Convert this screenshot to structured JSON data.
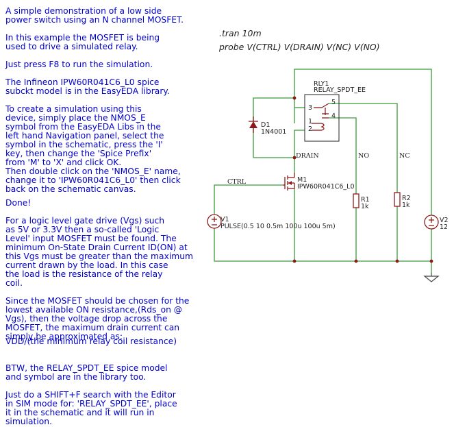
{
  "notes": [
    "A simple demonstration of a low side\npower switch using an N channel MOSFET.",
    "In this example the MOSFET is being\nused to drive a simulated relay.",
    "Just press F8 to run the simulation.",
    "The Infineon IPW60R041C6_L0 spice\nsubckt model is in the EasyEDA library.",
    "To create a simulation using this\ndevice, simply place the NMOS_E\nsymbol from the EasyEDA Libs in the\nleft hand Navigation panel, select the\nsymbol in the schematic, press the 'I'\nkey, then change the 'Spice Prefix'\nfrom 'M' to 'X' and click OK.",
    "Then double click on the 'NMOS_E' name,\nchange it to 'IPW60R041C6_L0' then click\nback on the schematic canvas.",
    "Done!",
    "For a logic level gate drive (Vgs) such\nas 5V or 3.3V then a so-called 'Logic\nLevel' input MOSFET must be found. The\nminimum On-State Drain Current ID(ON) at\nthis Vgs must be greater than the maximum\ncurrent drawn by the load. In this case\nthe load is the resistance of the relay\ncoil.",
    "Since the MOSFET should be chosen for the\nlowest available ON resistance,(Rds_on @\nVgs), then the voltage drop across the\nMOSFET, the maximum drain current can\nsimply be approximated as:",
    "VDD/(the minimum relay coil resistance)",
    "BTW, the RELAY_SPDT_EE spice model\nand symbol are in the library too.",
    "Just do a SHIFT+F search with the Editor\nin SIM mode for: 'RELAY_SPDT_EE', place\nit in the schematic and it will run in\nsimulation."
  ],
  "commands": {
    "tran": ".tran 10m",
    "probe": "probe V(CTRL) V(DRAIN) V(NC) V(NO)"
  },
  "components": {
    "relay": {
      "ref": "RLY1",
      "value": "RELAY_SPDT_EE",
      "pins": [
        "1",
        "2",
        "3",
        "4",
        "5"
      ]
    },
    "diode": {
      "ref": "D1",
      "value": "1N4001"
    },
    "mosfet": {
      "ref": "M1",
      "value": "IPW60R041C6_L0"
    },
    "r1": {
      "ref": "R1",
      "value": "1k"
    },
    "r2": {
      "ref": "R2",
      "value": "1k"
    },
    "v1": {
      "ref": "V1",
      "value": "PULSE(0.5 10 0.5m 100u 100u 5m)"
    },
    "v2": {
      "ref": "V2",
      "value": "12"
    }
  },
  "nets": {
    "drain": "DRAIN",
    "ctrl": "CTRL",
    "no": "NO",
    "nc": "NC"
  },
  "colors": {
    "wire": "#3a9a3a",
    "part": "#8b1a1a",
    "note": "#0000cc"
  }
}
